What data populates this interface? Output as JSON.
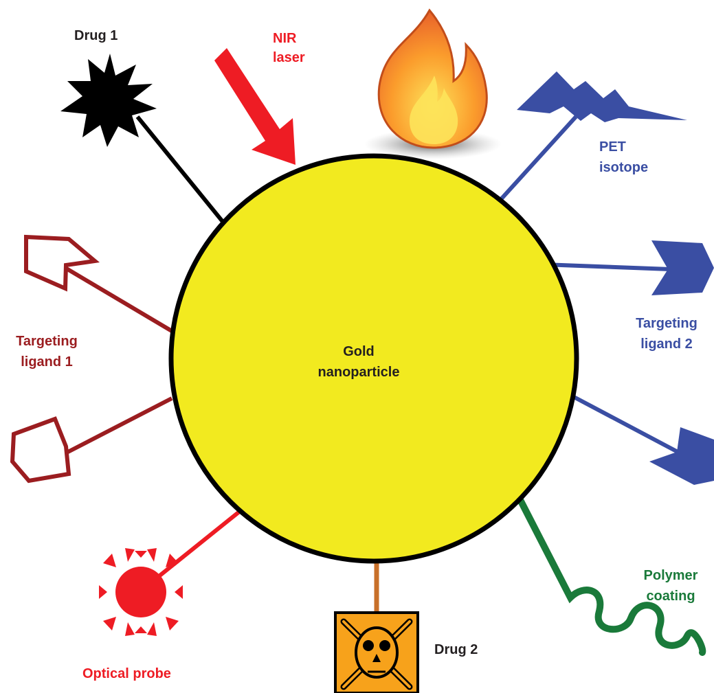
{
  "center": {
    "line1": "Gold",
    "line2": "nanoparticle"
  },
  "labels": {
    "drug1": "Drug 1",
    "nir_line1": "NIR",
    "nir_line2": "laser",
    "pet_line1": "PET",
    "pet_line2": "isotope",
    "lig2_line1": "Targeting",
    "lig2_line2": "ligand 2",
    "lig1_line1": "Targeting",
    "lig1_line2": "ligand 1",
    "poly_line1": "Polymer",
    "poly_line2": "coating",
    "drug2": "Drug 2",
    "optical": "Optical probe"
  },
  "colors": {
    "gold_fill": "#f2ea1f",
    "outline": "#000000",
    "drug1": "#000000",
    "nir": "#ee1c24",
    "pet": "#3a4ea3",
    "ligand2": "#3a4ea3",
    "ligand1": "#9b1d20",
    "polymer": "#1a7a3a",
    "drug2": "#c8702a",
    "drug2_box": "#f7a21b",
    "optical": "#ee1c24"
  },
  "icons": {
    "drug1": "starburst-icon",
    "nir": "arrow-icon",
    "heat": "flame-icon",
    "pet": "lightning-bolt-icon",
    "ligand2": "arrowhead-icon",
    "ligand1": "outlined-arrowhead-icon",
    "polymer": "wavy-chain-icon",
    "drug2": "skull-crossbones-icon",
    "optical": "sun-icon"
  }
}
